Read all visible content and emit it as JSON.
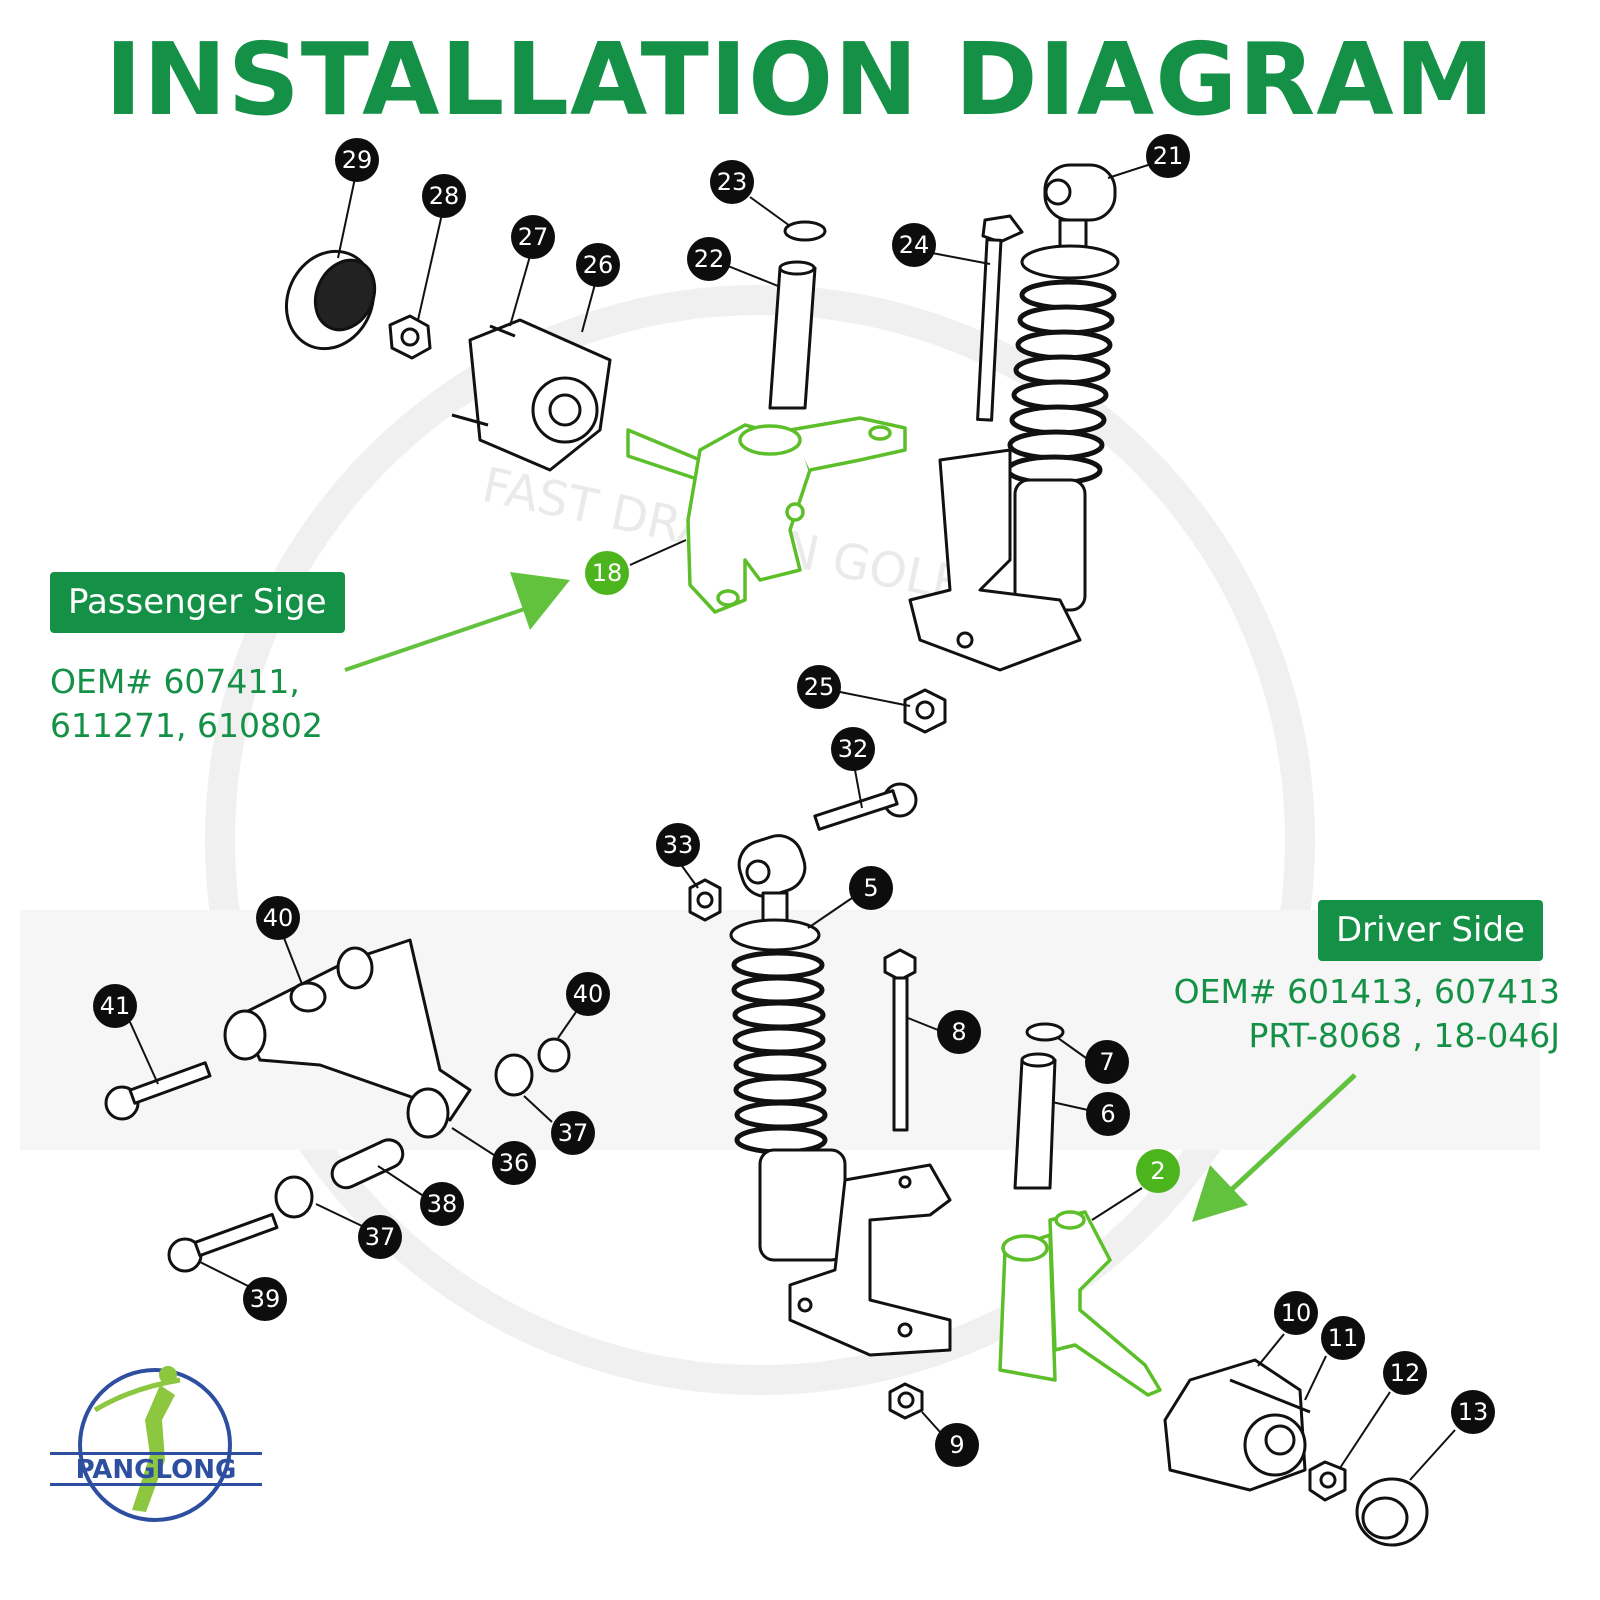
{
  "title": "INSTALLATION DIAGRAM",
  "colors": {
    "accent": "#149146",
    "callout": "#0d0d0d",
    "highlight_part": "#5cbf2a",
    "watermark": "#eeeeee",
    "logo_blue": "#2e4fa0",
    "logo_green": "#8dc63f"
  },
  "passenger": {
    "label": "Passenger Sige",
    "oem_line1": "OEM# 607411,",
    "oem_line2": "611271, 610802"
  },
  "driver": {
    "label": "Driver Side",
    "oem_line1": "OEM# 601413, 607413",
    "oem_line2": "PRT-8068 , 18-046J"
  },
  "watermark_text": "FAST DRAGON GOLF",
  "logo": {
    "text": "PANGLONG"
  },
  "callouts": {
    "c29": "29",
    "c28": "28",
    "c27": "27",
    "c26": "26",
    "c23": "23",
    "c22": "22",
    "c24": "24",
    "c21": "21",
    "c18": "18",
    "c25": "25",
    "c32": "32",
    "c33": "33",
    "c5": "5",
    "c40a": "40",
    "c41": "41",
    "c40b": "40",
    "c8": "8",
    "c7": "7",
    "c6": "6",
    "c37a": "37",
    "c36": "36",
    "c38": "38",
    "c37b": "37",
    "c39": "39",
    "c2": "2",
    "c10": "10",
    "c11": "11",
    "c12": "12",
    "c13": "13",
    "c9": "9"
  }
}
